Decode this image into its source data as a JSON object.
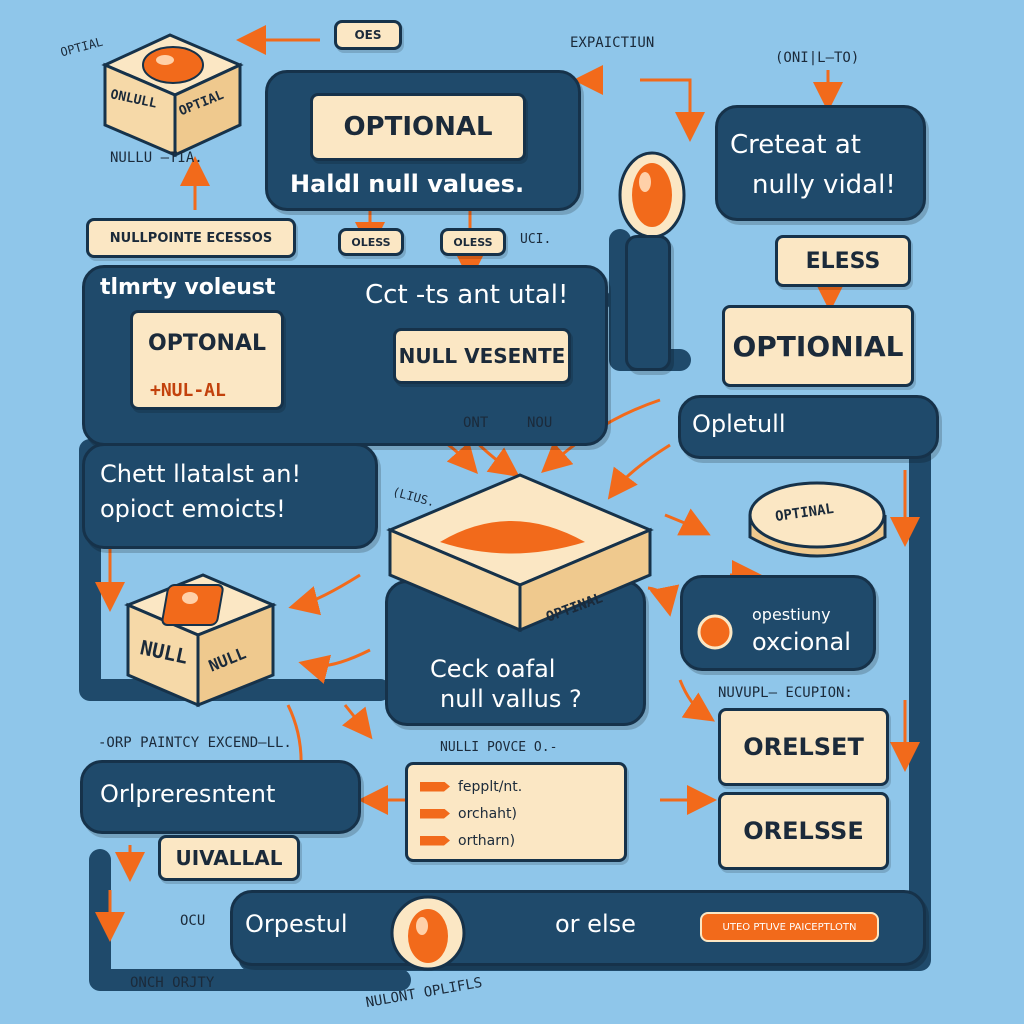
{
  "labels": {
    "oes_small": "OES",
    "expaction": "EXPAICTIUN",
    "onll_to": "(ONI|L—TO)",
    "optional_cube_corner": "OPTIAL",
    "cube_front_left": "ONLULL",
    "cube_front_right": "OPTIAL",
    "nullu_tia": "NULLU —TIA.",
    "nullpointer": "NULLPOINTE ECESSOS",
    "elss_1": "OLESS",
    "elss_2": "OLESS",
    "uc": "UCI.",
    "ont": "ONT",
    "nou": "NOU",
    "lius": "(LIUS.",
    "nuvupl": "NUVUPL— ECUPION:",
    "orp_paintcy": "-ORP PAINTCY EXCEND—LL.",
    "nulli_povce": "NULLI POVCE O.-",
    "ocu": "OCU",
    "onch_orty": "ONCH ORJTY",
    "nulont_oplifls": "NULONT OPLIFLS"
  },
  "top_panel": {
    "tag": "OPTIONAL",
    "text": "Haldl  null values."
  },
  "right_top_panel": {
    "line1": "Creteat at",
    "line2": "nully vidal!"
  },
  "eless_tag": "ELESS",
  "optionial_tag": "OPTIONIAL",
  "left_mid_panel": {
    "header": "tlmrty voleust",
    "title": "Cct -ts ant utal!",
    "tag": "OPTONAL",
    "tag_sub": "+NUL-AL"
  },
  "null_vesente": "NULL VESENTE",
  "opletull_panel": "Opletull",
  "chett_panel": {
    "line1": "Chett llatalst an!",
    "line2": "opioct emoicts!"
  },
  "null_cube": {
    "front": "NULL",
    "side": "NULL"
  },
  "center_box": {
    "label": "OPTINAL",
    "line1": "Ceck   oafal",
    "line2": "null  vallus ?"
  },
  "optinal_disk": "OPTINAL",
  "opestiuny_panel": {
    "line1": "opestiuny",
    "line2": "oxcional"
  },
  "orelset_tag": "ORELSET",
  "orelsse_tag": "ORELSSE",
  "orlpresent_panel": "Orlpreresntent",
  "uivallal_tag": "UIVALLAL",
  "list_card": {
    "items": [
      "fepplt/nt.",
      "orchaht)",
      "ortharn)"
    ]
  },
  "bottom_panel": {
    "orpestul": "Orpestul",
    "or_else": "or else",
    "pill": "UTEO PTUVE PAICEPTLOTN"
  },
  "colors": {
    "background": "#8fc6ea",
    "panel": "#1f4a6b",
    "tag": "#fbe7c4",
    "accent": "#f26a1b"
  }
}
